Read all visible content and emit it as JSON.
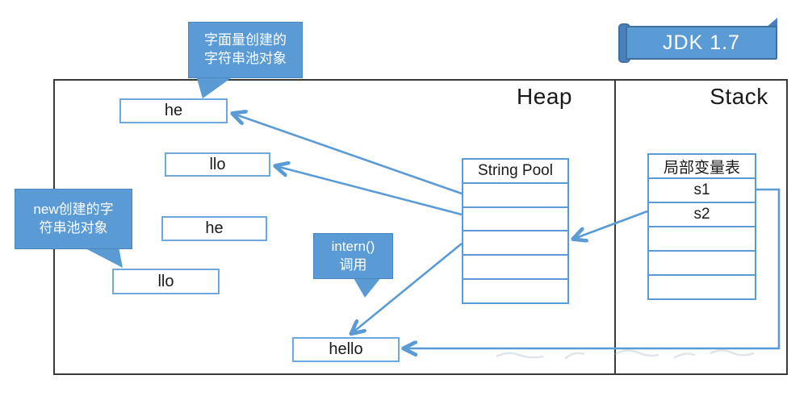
{
  "banner": {
    "label": "JDK 1.7"
  },
  "labels": {
    "heap": "Heap",
    "stack": "Stack"
  },
  "callouts": {
    "literal": {
      "line1": "字面量创建的",
      "line2": "字符串池对象"
    },
    "new_obj": {
      "line1": "new创建的字",
      "line2": "符串池对象"
    },
    "intern": {
      "line1": "intern()",
      "line2": "调用"
    }
  },
  "boxes": {
    "he_literal": "he",
    "llo_literal": "llo",
    "he_new": "he",
    "llo_new": "llo",
    "hello_pool": "hello"
  },
  "string_pool": {
    "header": "String Pool"
  },
  "local_var_table": {
    "header": "局部变量表",
    "slot1": "s1",
    "slot2": "s2"
  },
  "colors": {
    "accent_blue": "#5b9bd5",
    "box_border_blue": "#6fa8dc",
    "frame_dark": "#3a3a3a",
    "banner_roll_blue": "#4a7fbe"
  }
}
